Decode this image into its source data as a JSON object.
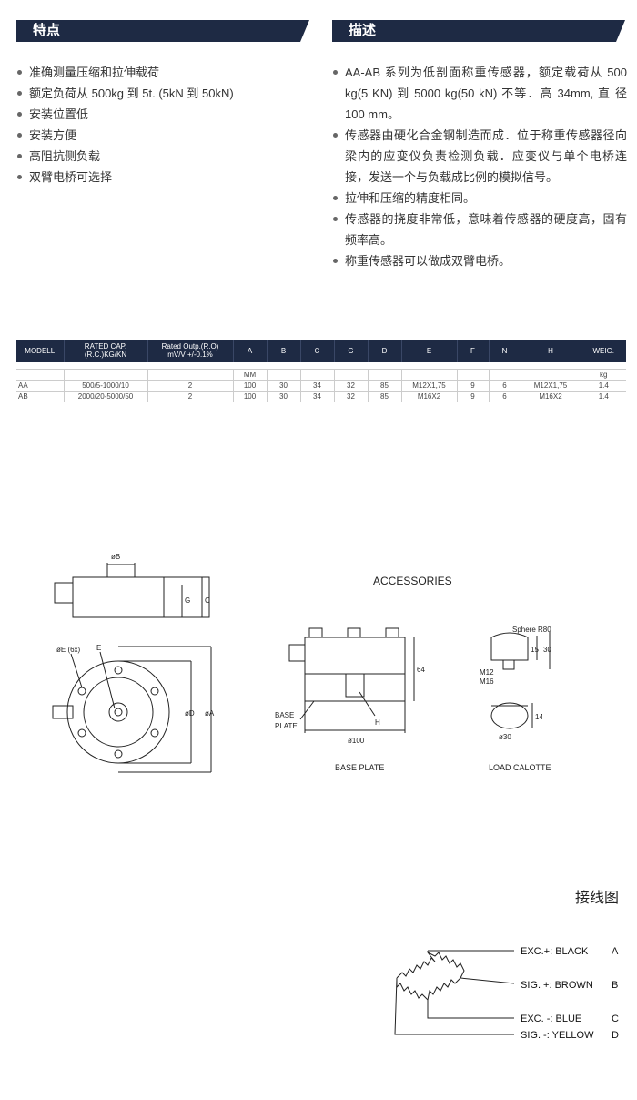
{
  "features": {
    "title": "特点",
    "items": [
      "准确测量压缩和拉伸载荷",
      "额定负荷从 500kg 到 5t. (5kN 到 50kN)",
      "安装位置低",
      "安装方便",
      "高阻抗侧负载",
      "双臂电桥可选择"
    ]
  },
  "description": {
    "title": "描述",
    "items": [
      "AA-AB 系列为低剖面称重传感器，额定载荷从 500 kg(5 KN) 到 5000 kg(50 kN) 不等．高 34mm, 直 径 100 mm。",
      "传感器由硬化合金钢制造而成．位于称重传感器径向梁内的应变仪负责检测负载．应变仪与单个电桥连接，发送一个与负载成比例的模拟信号。",
      "拉伸和压缩的精度相同。",
      "传感器的挠度非常低，意味着传感器的硬度高，固有频率高。",
      "称重传感器可以做成双臂电桥。"
    ]
  },
  "table": {
    "headers": [
      "MODELL",
      "RATED CAP.\n(R.C.)KG/KN",
      "Rated Outp.(R.O)\nmV/V +/-0.1%",
      "A",
      "B",
      "C",
      "G",
      "D",
      "E",
      "F",
      "N",
      "H",
      "WEIG."
    ],
    "units": [
      "",
      "",
      "",
      "MM",
      "",
      "",
      "",
      "",
      "",
      "",
      "",
      "",
      "kg"
    ],
    "rows": [
      [
        "AA",
        "500/5-1000/10",
        "2",
        "100",
        "30",
        "34",
        "32",
        "85",
        "M12X1,75",
        "9",
        "6",
        "M12X1,75",
        "1.4"
      ],
      [
        "AB",
        "2000/20-5000/50",
        "2",
        "100",
        "30",
        "34",
        "32",
        "85",
        "M16X2",
        "9",
        "6",
        "M16X2",
        "1.4"
      ]
    ]
  },
  "drawing": {
    "accessories": "ACCESSORIES",
    "base_plate_label": "BASE\nPLATE",
    "base_plate_caption": "BASE PLATE",
    "load_calotte_caption": "LOAD CALOTTE",
    "dim_phiB": "øB",
    "dim_G": "G",
    "dim_C": "C",
    "dim_phiE": "øE (6x)",
    "dim_E": "E",
    "dim_phiD": "øD",
    "dim_phiA": "øA",
    "dim_64": "64",
    "dim_H": "H",
    "dim_phi100": "ø100",
    "dim_sphere": "Sphere R80",
    "dim_15": "15",
    "dim_30": "30",
    "dim_M12": "M12",
    "dim_M16": "M16",
    "dim_phi30": "ø30",
    "dim_14": "14"
  },
  "wiring": {
    "title": "接线图",
    "lines": [
      {
        "label": "EXC.+: BLACK",
        "pin": "A"
      },
      {
        "label": "SIG. +: BROWN",
        "pin": "B"
      },
      {
        "label": "EXC. -: BLUE",
        "pin": "C"
      },
      {
        "label": "SIG. -: YELLOW",
        "pin": "D"
      }
    ]
  },
  "colors": {
    "header_bg": "#1e2a44"
  }
}
